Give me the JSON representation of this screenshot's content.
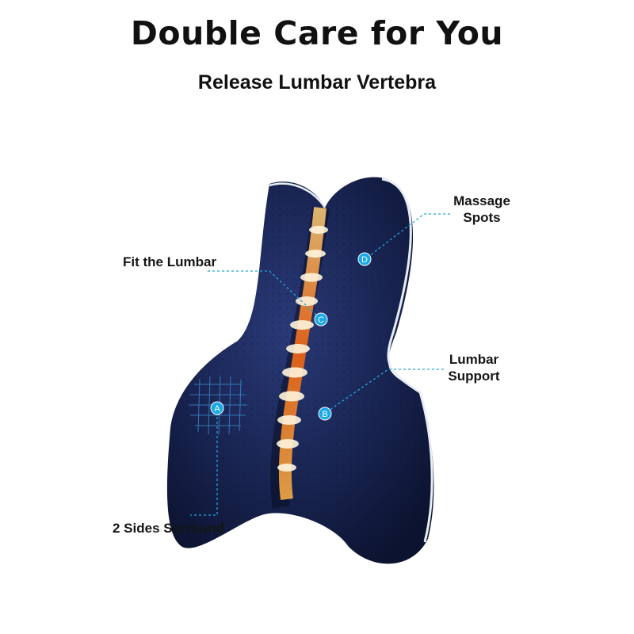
{
  "header": {
    "title": "Double Care for You",
    "subtitle": "Release Lumbar Vertebra"
  },
  "callouts": [
    {
      "id": "D",
      "label": "Massage Spots",
      "line1": "Massage",
      "line2": "Spots"
    },
    {
      "id": "C",
      "label": "Fit the Lumbar",
      "line1": "Fit the Lumbar"
    },
    {
      "id": "B",
      "label": "Lumbar Support",
      "line1": "Lumbar",
      "line2": "Support"
    },
    {
      "id": "A",
      "label": "2 Sides Surround",
      "line1": "2 Sides Surround"
    }
  ],
  "colors": {
    "cushion": "#16214a",
    "piping": "#e8eef5",
    "callout_line": "#1ea6e0",
    "marker": "#19a9e6",
    "spine_glow": "#ff8a1a"
  }
}
